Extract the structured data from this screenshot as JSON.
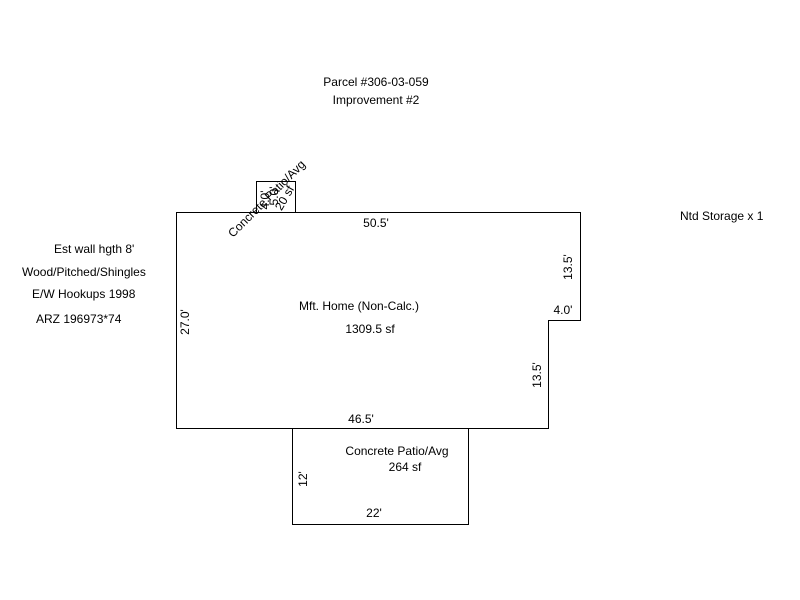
{
  "header": {
    "parcel": "Parcel #306-03-059",
    "improvement": "Improvement #2"
  },
  "notes": [
    "Est wall hgth 8'",
    "Wood/Pitched/Shingles",
    "E/W Hookups 1998",
    "ARZ 196973*74"
  ],
  "storage_note": "Ntd Storage x 1",
  "home": {
    "label": "Mft. Home (Non-Calc.)",
    "area": "1309.5 sf",
    "dims": {
      "top": "50.5'",
      "left": "27.0'",
      "right_upper": "13.5'",
      "notch": "4.0'",
      "right_lower": "13.5'",
      "bottom": "46.5'"
    }
  },
  "patio_small": {
    "label": "Concrete Patio/Avg",
    "area": "20 sf",
    "dim_side": "4.0'",
    "dim_top": "5.0'"
  },
  "patio_large": {
    "label": "Concrete Patio/Avg",
    "area": "264 sf",
    "dim_side": "12'",
    "dim_bottom": "22'"
  }
}
